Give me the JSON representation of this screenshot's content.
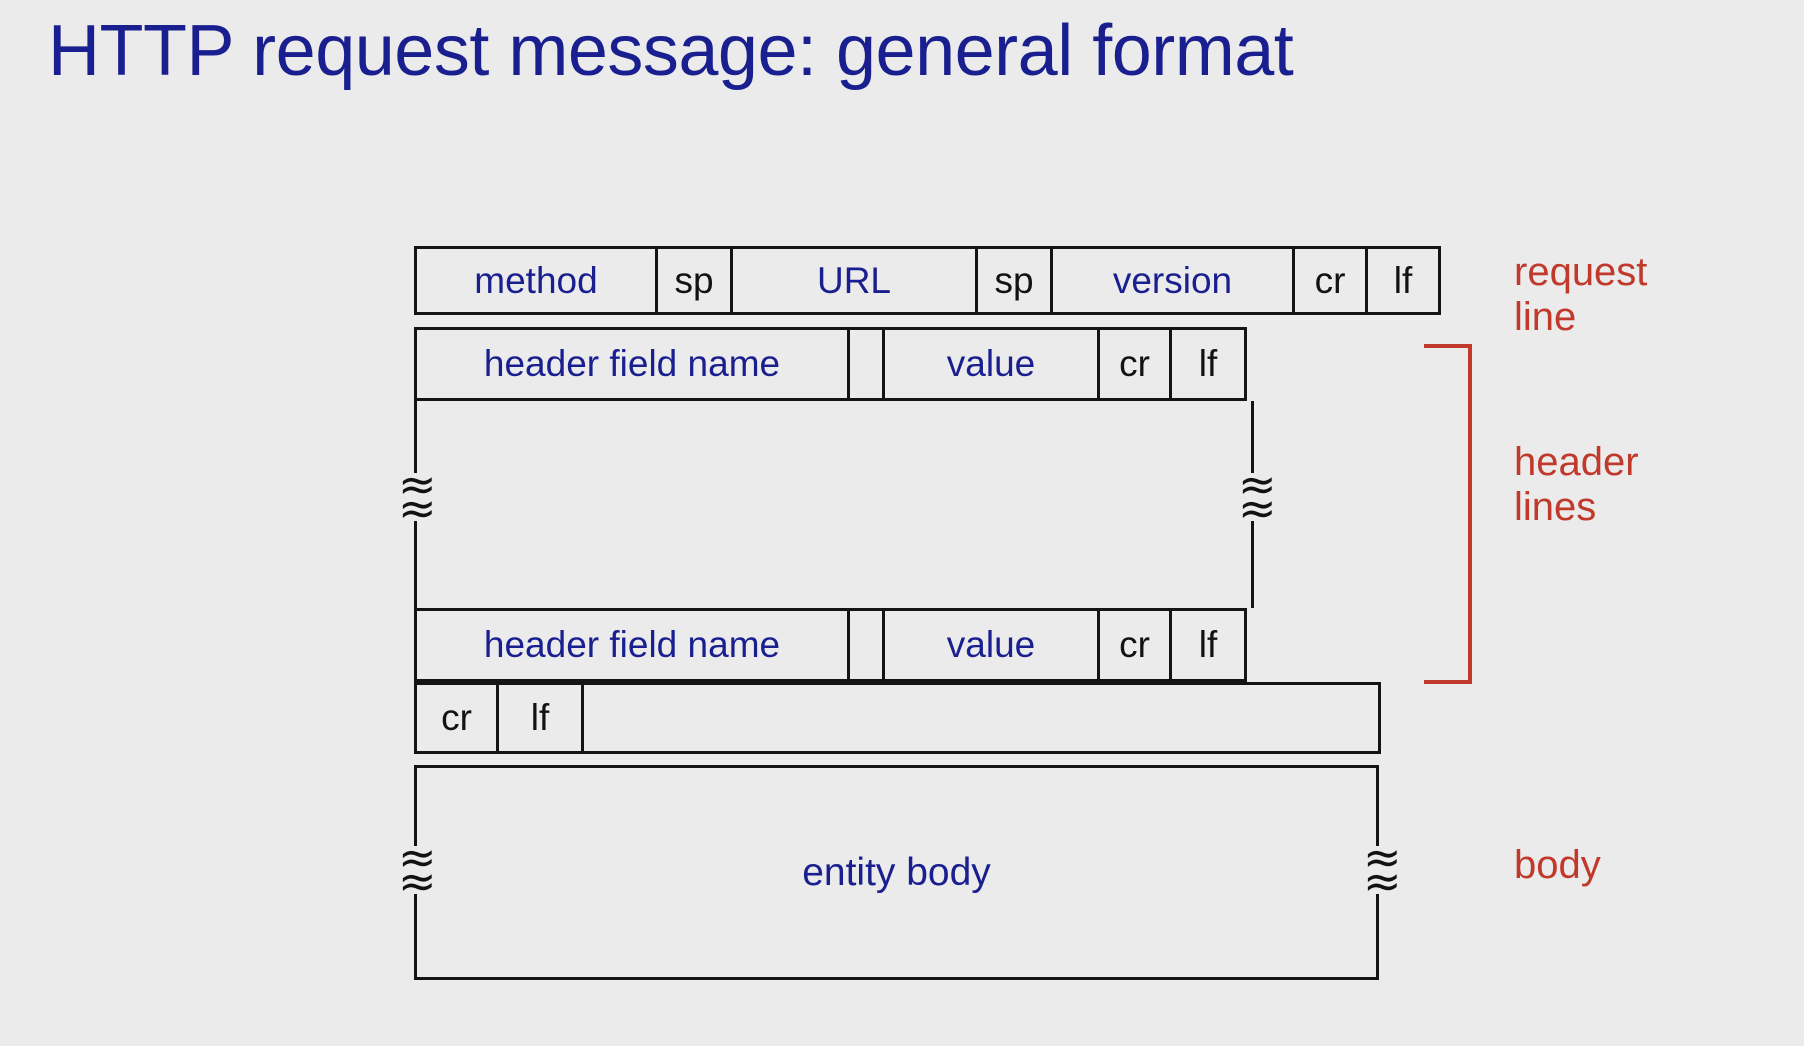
{
  "slide": {
    "title": "HTTP request message: general format",
    "background_color": "#ebebeb",
    "title_color": "#1a1f8f",
    "field_label_color": "#1a1f8f",
    "control_char_color": "#121212",
    "annotation_color": "#c0392b",
    "line_color": "#141414"
  },
  "diagram": {
    "request_line": {
      "cells": [
        {
          "label": "method",
          "style": "field"
        },
        {
          "label": "sp",
          "style": "control"
        },
        {
          "label": "URL",
          "style": "field"
        },
        {
          "label": "sp",
          "style": "control"
        },
        {
          "label": "version",
          "style": "field"
        },
        {
          "label": "cr",
          "style": "control"
        },
        {
          "label": "lf",
          "style": "control"
        }
      ]
    },
    "header_line_first": {
      "cells": [
        {
          "label": "header field name",
          "style": "field"
        },
        {
          "label": "",
          "style": "spacer"
        },
        {
          "label": "value",
          "style": "field"
        },
        {
          "label": "cr",
          "style": "control"
        },
        {
          "label": "lf",
          "style": "control"
        }
      ]
    },
    "header_continuation": {
      "break_mark": "≈"
    },
    "header_line_last": {
      "cells": [
        {
          "label": "header field name",
          "style": "field"
        },
        {
          "label": "",
          "style": "spacer"
        },
        {
          "label": "value",
          "style": "field"
        },
        {
          "label": "cr",
          "style": "control"
        },
        {
          "label": "lf",
          "style": "control"
        }
      ]
    },
    "blank_line": {
      "cells": [
        {
          "label": "cr",
          "style": "control"
        },
        {
          "label": "lf",
          "style": "control"
        },
        {
          "label": "",
          "style": "empty"
        }
      ]
    },
    "body_block": {
      "label": "entity body",
      "break_mark": "≈"
    }
  },
  "annotations": [
    {
      "id": "request-line",
      "text": "request\nline"
    },
    {
      "id": "header-lines",
      "text": "header\nlines"
    },
    {
      "id": "body",
      "text": "body"
    }
  ]
}
